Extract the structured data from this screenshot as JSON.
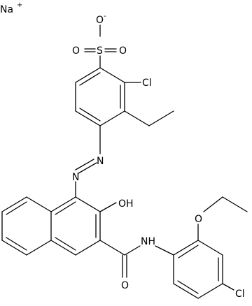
{
  "molecule": {
    "counter_ion": {
      "symbol": "Na",
      "charge": "+"
    },
    "atoms": {
      "sulfonate_oxygen_charged": {
        "symbol": "O",
        "charge": "-"
      },
      "sulfonate_oxygen_left": "O",
      "sulfonate_oxygen_right": "O",
      "sulfur": "S",
      "chloro_top": "Cl",
      "azo_n1": "N",
      "azo_n2": "N",
      "hydroxyl": "OH",
      "amide_nitrogen": "NH",
      "amide_oxygen": "O",
      "ethoxy_oxygen": "O",
      "chloro_bottom": "Cl"
    }
  }
}
